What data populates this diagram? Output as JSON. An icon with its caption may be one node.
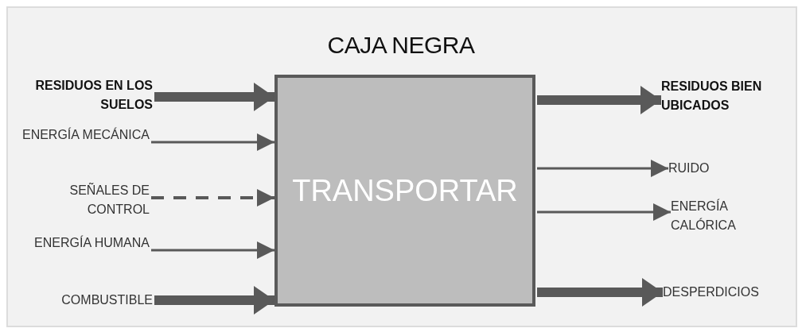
{
  "diagram": {
    "title": "CAJA NEGRA",
    "nodes": [
      {
        "text": [
          "TRANSPORTAR"
        ]
      },
      {
        "text": [
          "RESIDUOS EN LOS SUELOS"
        ]
      },
      {
        "text": [
          "ENERGÍA MECÁNICA"
        ]
      },
      {
        "text": [
          "SEÑALES DE CONTROL"
        ]
      },
      {
        "text": [
          "ENERGÍA HUMANA"
        ]
      },
      {
        "text": [
          "COMBUSTIBLE"
        ]
      },
      {
        "text": [
          "RESIDUOS BIEN UBICADOS"
        ]
      },
      {
        "text": [
          "RUIDO"
        ]
      },
      {
        "text": [
          "ENERGÍA CALÓRICA"
        ]
      },
      {
        "text": [
          "DESPERDICIOS"
        ]
      }
    ],
    "edges": [
      {
        "from": 1,
        "to": 0,
        "arrow": "to",
        "style": "thick"
      },
      {
        "from": 2,
        "to": 0,
        "arrow": "to"
      },
      {
        "from": 3,
        "to": 0,
        "arrow": "to",
        "style": "dashed"
      },
      {
        "from": 4,
        "to": 0,
        "arrow": "to"
      },
      {
        "from": 5,
        "to": 0,
        "arrow": "to",
        "style": "thick"
      },
      {
        "from": 0,
        "to": 6,
        "arrow": "to",
        "style": "thick"
      },
      {
        "from": 0,
        "to": 7,
        "arrow": "to"
      },
      {
        "from": 0,
        "to": 8,
        "arrow": "to"
      },
      {
        "from": 0,
        "to": 9,
        "arrow": "to",
        "style": "thick"
      }
    ]
  }
}
